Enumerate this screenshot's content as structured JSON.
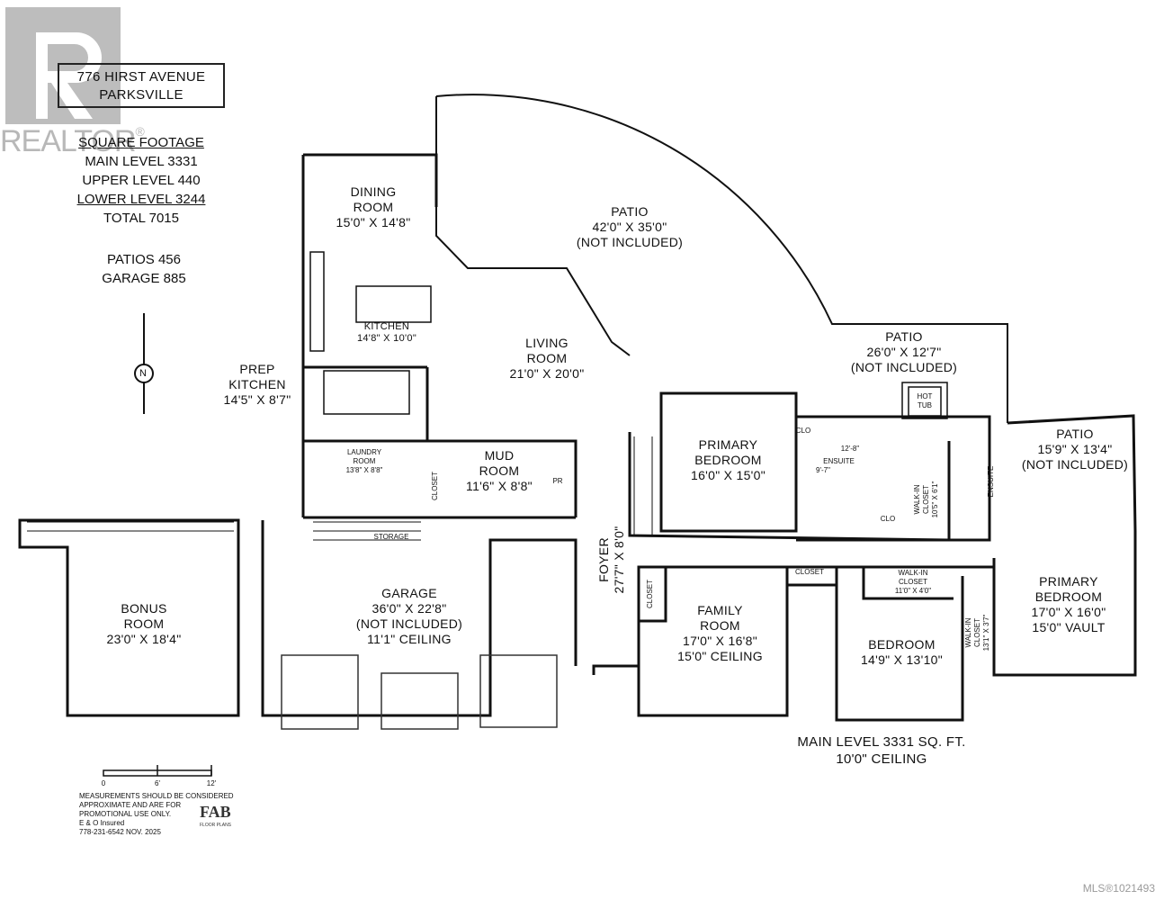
{
  "watermark": {
    "brand": "REALTOR",
    "registered_mark": "®",
    "mls_number": "MLS®1021493"
  },
  "address": {
    "line1": "776 HIRST AVENUE",
    "line2": "PARKSVILLE"
  },
  "square_footage": {
    "heading": "SQUARE FOOTAGE",
    "main": "MAIN LEVEL 3331",
    "upper": "UPPER LEVEL 440",
    "lower": "LOWER LEVEL 3244",
    "total": "TOTAL 7015"
  },
  "extras": {
    "patios": "PATIOS 456",
    "garage": "GARAGE 885"
  },
  "north": {
    "label": "N"
  },
  "rooms": {
    "dining": {
      "name1": "DINING",
      "name2": "ROOM",
      "dims": "15'0\" X 14'8\""
    },
    "patio_main": {
      "name": "PATIO",
      "dims": "42'0\" X 35'0\"",
      "note": "(NOT INCLUDED)"
    },
    "kitchen": {
      "name": "KITCHEN",
      "dims": "14'8\" X 10'0\""
    },
    "living": {
      "name1": "LIVING",
      "name2": "ROOM",
      "dims": "21'0\" X 20'0\""
    },
    "prep_kitchen": {
      "name1": "PREP",
      "name2": "KITCHEN",
      "dims": "14'5\" X 8'7\""
    },
    "patio_east": {
      "name": "PATIO",
      "dims": "26'0\" X 12'7\"",
      "note": "(NOT INCLUDED)"
    },
    "hot_tub": {
      "name1": "HOT",
      "name2": "TUB"
    },
    "patio_ne": {
      "name": "PATIO",
      "dims": "15'9\" X 13'4\"",
      "note": "(NOT INCLUDED)"
    },
    "primary_1": {
      "name1": "PRIMARY",
      "name2": "BEDROOM",
      "dims": "16'0\" X 15'0\""
    },
    "ensuite_1": {
      "name": "ENSUITE",
      "dims_a": "12'-8\"",
      "dims_b": "9'-7\""
    },
    "walkin_1": {
      "name1": "WALK-IN",
      "name2": "CLOSET",
      "dims": "10'5\" X 6'1\""
    },
    "ensuite_2": {
      "name": "ENSUITE"
    },
    "laundry": {
      "name1": "LAUNDRY",
      "name2": "ROOM",
      "dims": "13'8\" X 8'8\""
    },
    "mud": {
      "name1": "MUD",
      "name2": "ROOM",
      "dims": "11'6\" X 8'8\""
    },
    "pr": {
      "name": "PR"
    },
    "storage": {
      "name": "STORAGE"
    },
    "foyer": {
      "name": "FOYER",
      "dims": "27'7\" X 8'0\""
    },
    "bonus": {
      "name1": "BONUS",
      "name2": "ROOM",
      "dims": "23'0\" X 18'4\""
    },
    "garage": {
      "name": "GARAGE",
      "dims": "36'0\" X 22'8\"",
      "note": "(NOT INCLUDED)",
      "ceiling": "11'1\" CEILING"
    },
    "family": {
      "name1": "FAMILY",
      "name2": "ROOM",
      "dims": "17'0\" X 16'8\"",
      "ceiling": "15'0\" CEILING"
    },
    "bedroom": {
      "name": "BEDROOM",
      "dims": "14'9\" X 13'10\""
    },
    "walkin_2": {
      "name1": "WALK-IN",
      "name2": "CLOSET",
      "dims": "11'0\" X 4'0\""
    },
    "walkin_3": {
      "name1": "WALK-IN",
      "name2": "CLOSET",
      "dims": "13'1\" X 3'7\""
    },
    "primary_2": {
      "name1": "PRIMARY",
      "name2": "BEDROOM",
      "dims": "17'0\" X 16'0\"",
      "vault": "15'0\" VAULT"
    },
    "closet_labels": {
      "clo": "CLO",
      "closet": "CLOSET"
    }
  },
  "summary": {
    "line1": "MAIN LEVEL 3331 SQ. FT.",
    "line2": "10'0\" CEILING"
  },
  "scale": {
    "t0": "0",
    "t1": "6'",
    "t2": "12'"
  },
  "disclaimer": {
    "line1": "MEASUREMENTS SHOULD BE CONSIDERED",
    "line2": "APPROXIMATE AND ARE FOR",
    "line3": "PROMOTIONAL USE ONLY.",
    "line4": "E & O Insured",
    "line5": "778-231-6542 NOV. 2025"
  },
  "logo": {
    "brand": "FAB",
    "sub": "FLOOR PLANS"
  }
}
